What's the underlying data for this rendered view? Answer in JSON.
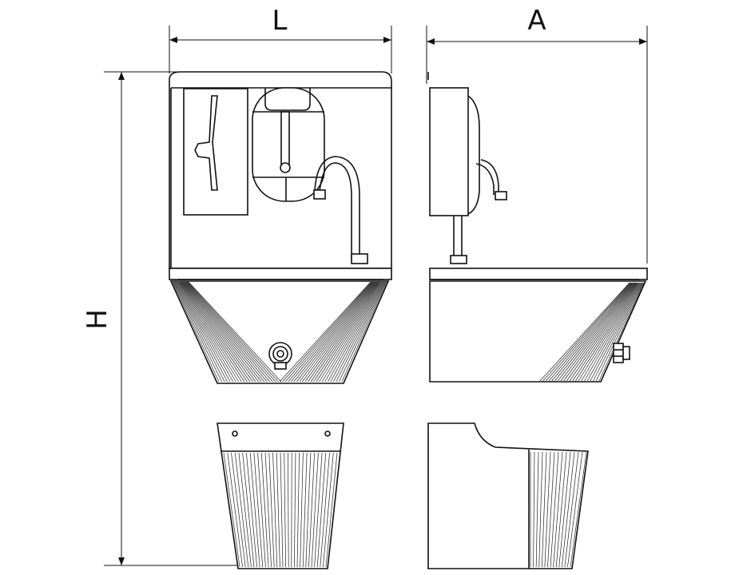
{
  "dimensions": {
    "length_label": "L",
    "depth_label": "A",
    "height_label": "H"
  },
  "icons": {
    "arrowheads": "dimension-arrow-icon",
    "drain": "drain-fitting-icon"
  },
  "colors": {
    "line": "#111111",
    "background": "#ffffff"
  }
}
